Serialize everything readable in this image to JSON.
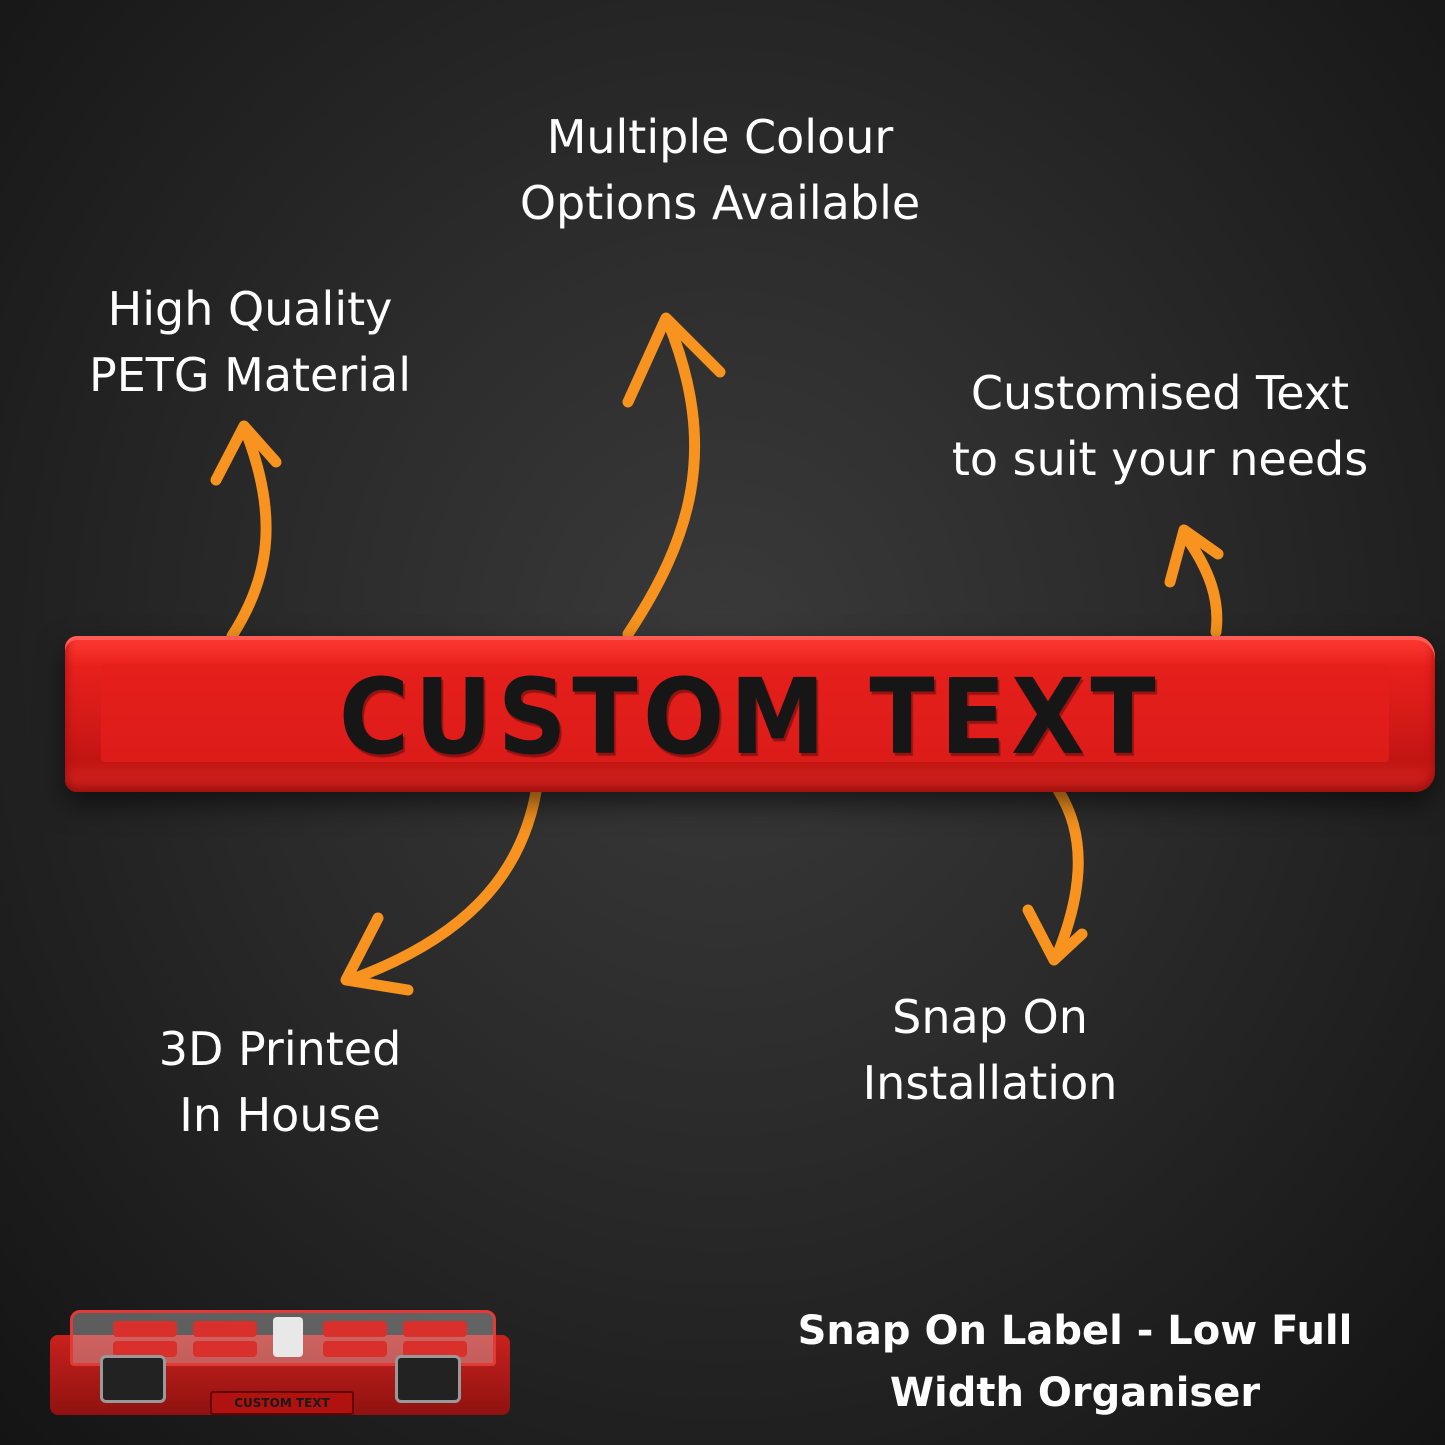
{
  "features": {
    "colour": {
      "line1": "Multiple Colour",
      "line2": "Options Available"
    },
    "quality": {
      "line1": "High Quality",
      "line2": "PETG Material"
    },
    "custom": {
      "line1": "Customised Text",
      "line2": "to suit your needs"
    },
    "printed": {
      "line1": "3D Printed",
      "line2": "In House"
    },
    "snap": {
      "line1": "Snap On",
      "line2": "Installation"
    }
  },
  "label": {
    "text": "CUSTOM TEXT",
    "color": "#e2201c",
    "text_color": "#161616"
  },
  "organiser": {
    "label_text": "CUSTOM TEXT"
  },
  "title": {
    "line1": "Snap On Label - Low Full",
    "line2": "Width Organiser"
  },
  "colors": {
    "background": "#2a2a2a",
    "arrow": "#f7931e",
    "text": "#ffffff"
  }
}
